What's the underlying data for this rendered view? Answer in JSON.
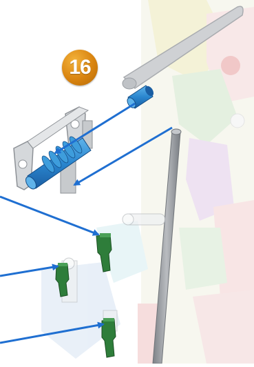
{
  "step": {
    "number": "16"
  },
  "colors": {
    "badge": "#d98410",
    "arrow": "#1f6fd1",
    "rod_gray": "#9a9ea3",
    "connector_gray": "#c9cdd1",
    "blue_part": "#2a86cf",
    "green_part": "#2e7d3a",
    "background_model": "#e9ecd2"
  },
  "icons": [
    "step-badge",
    "gray-rod",
    "blue-connector",
    "gray-clip-connector",
    "blue-spacer",
    "green-connector",
    "assembly-arrow"
  ]
}
